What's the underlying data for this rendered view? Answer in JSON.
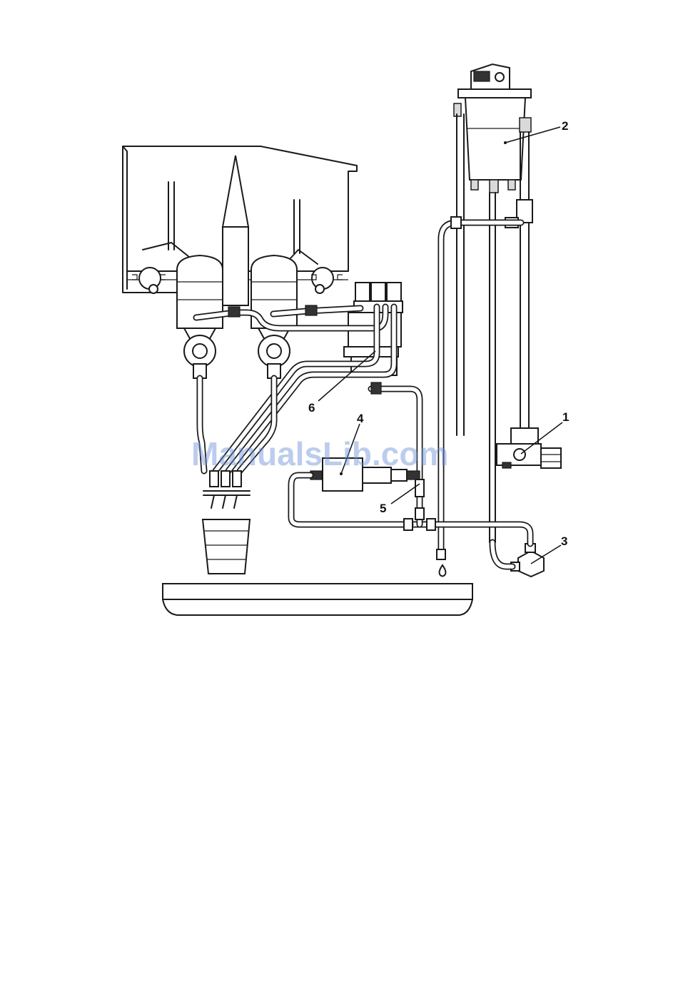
{
  "watermark": {
    "text": "ManualsLib.com",
    "color": "#6a8fd8"
  },
  "callouts": [
    {
      "id": "1",
      "label": "1"
    },
    {
      "id": "2",
      "label": "2"
    },
    {
      "id": "3",
      "label": "3"
    },
    {
      "id": "4",
      "label": "4"
    },
    {
      "id": "5",
      "label": "5"
    },
    {
      "id": "6",
      "label": "6"
    }
  ]
}
